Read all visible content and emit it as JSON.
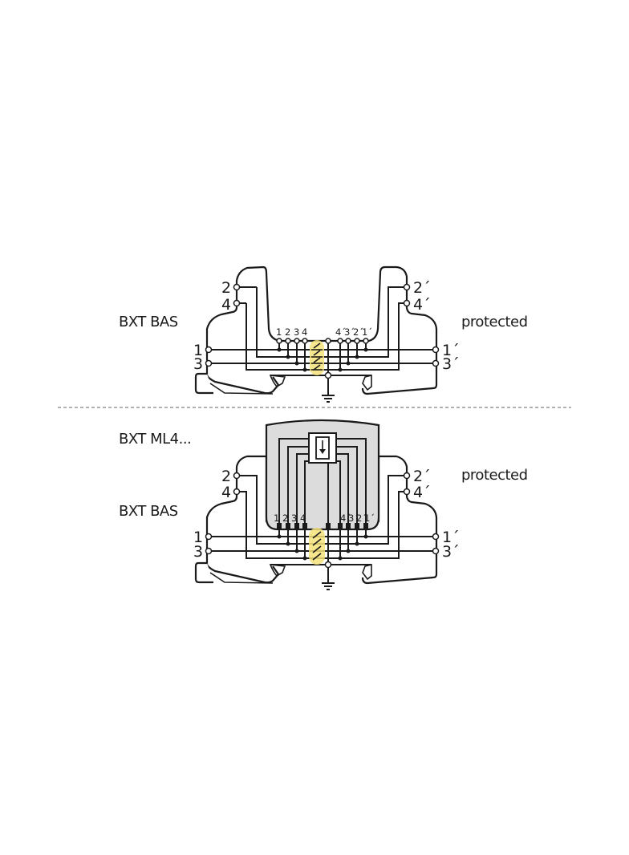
{
  "diagram": {
    "top": {
      "device_label": "BXT BAS",
      "protected_label": "protected",
      "left_terminals": [
        "1",
        "2",
        "3",
        "4"
      ],
      "right_terminals": [
        "1´",
        "2´",
        "3´",
        "4´"
      ],
      "inner_terminals_left": [
        "1",
        "2",
        "3",
        "4"
      ],
      "inner_terminals_right": [
        "4´",
        "3´",
        "2´",
        "1´"
      ]
    },
    "bottom": {
      "module_label": "BXT ML4...",
      "device_label": "BXT BAS",
      "protected_label": "protected",
      "left_terminals": [
        "1",
        "2",
        "3",
        "4"
      ],
      "right_terminals": [
        "1´",
        "2´",
        "3´",
        "4´"
      ],
      "inner_terminals_left": [
        "1",
        "2",
        "3",
        "4"
      ],
      "inner_terminals_right": [
        "4´",
        "3´",
        "2´",
        "1´"
      ]
    },
    "colors": {
      "line": "#1a1a1a",
      "highlight": "#f5e27a",
      "module_fill": "#dcdcdc",
      "divider": "#b0b0b0"
    }
  }
}
